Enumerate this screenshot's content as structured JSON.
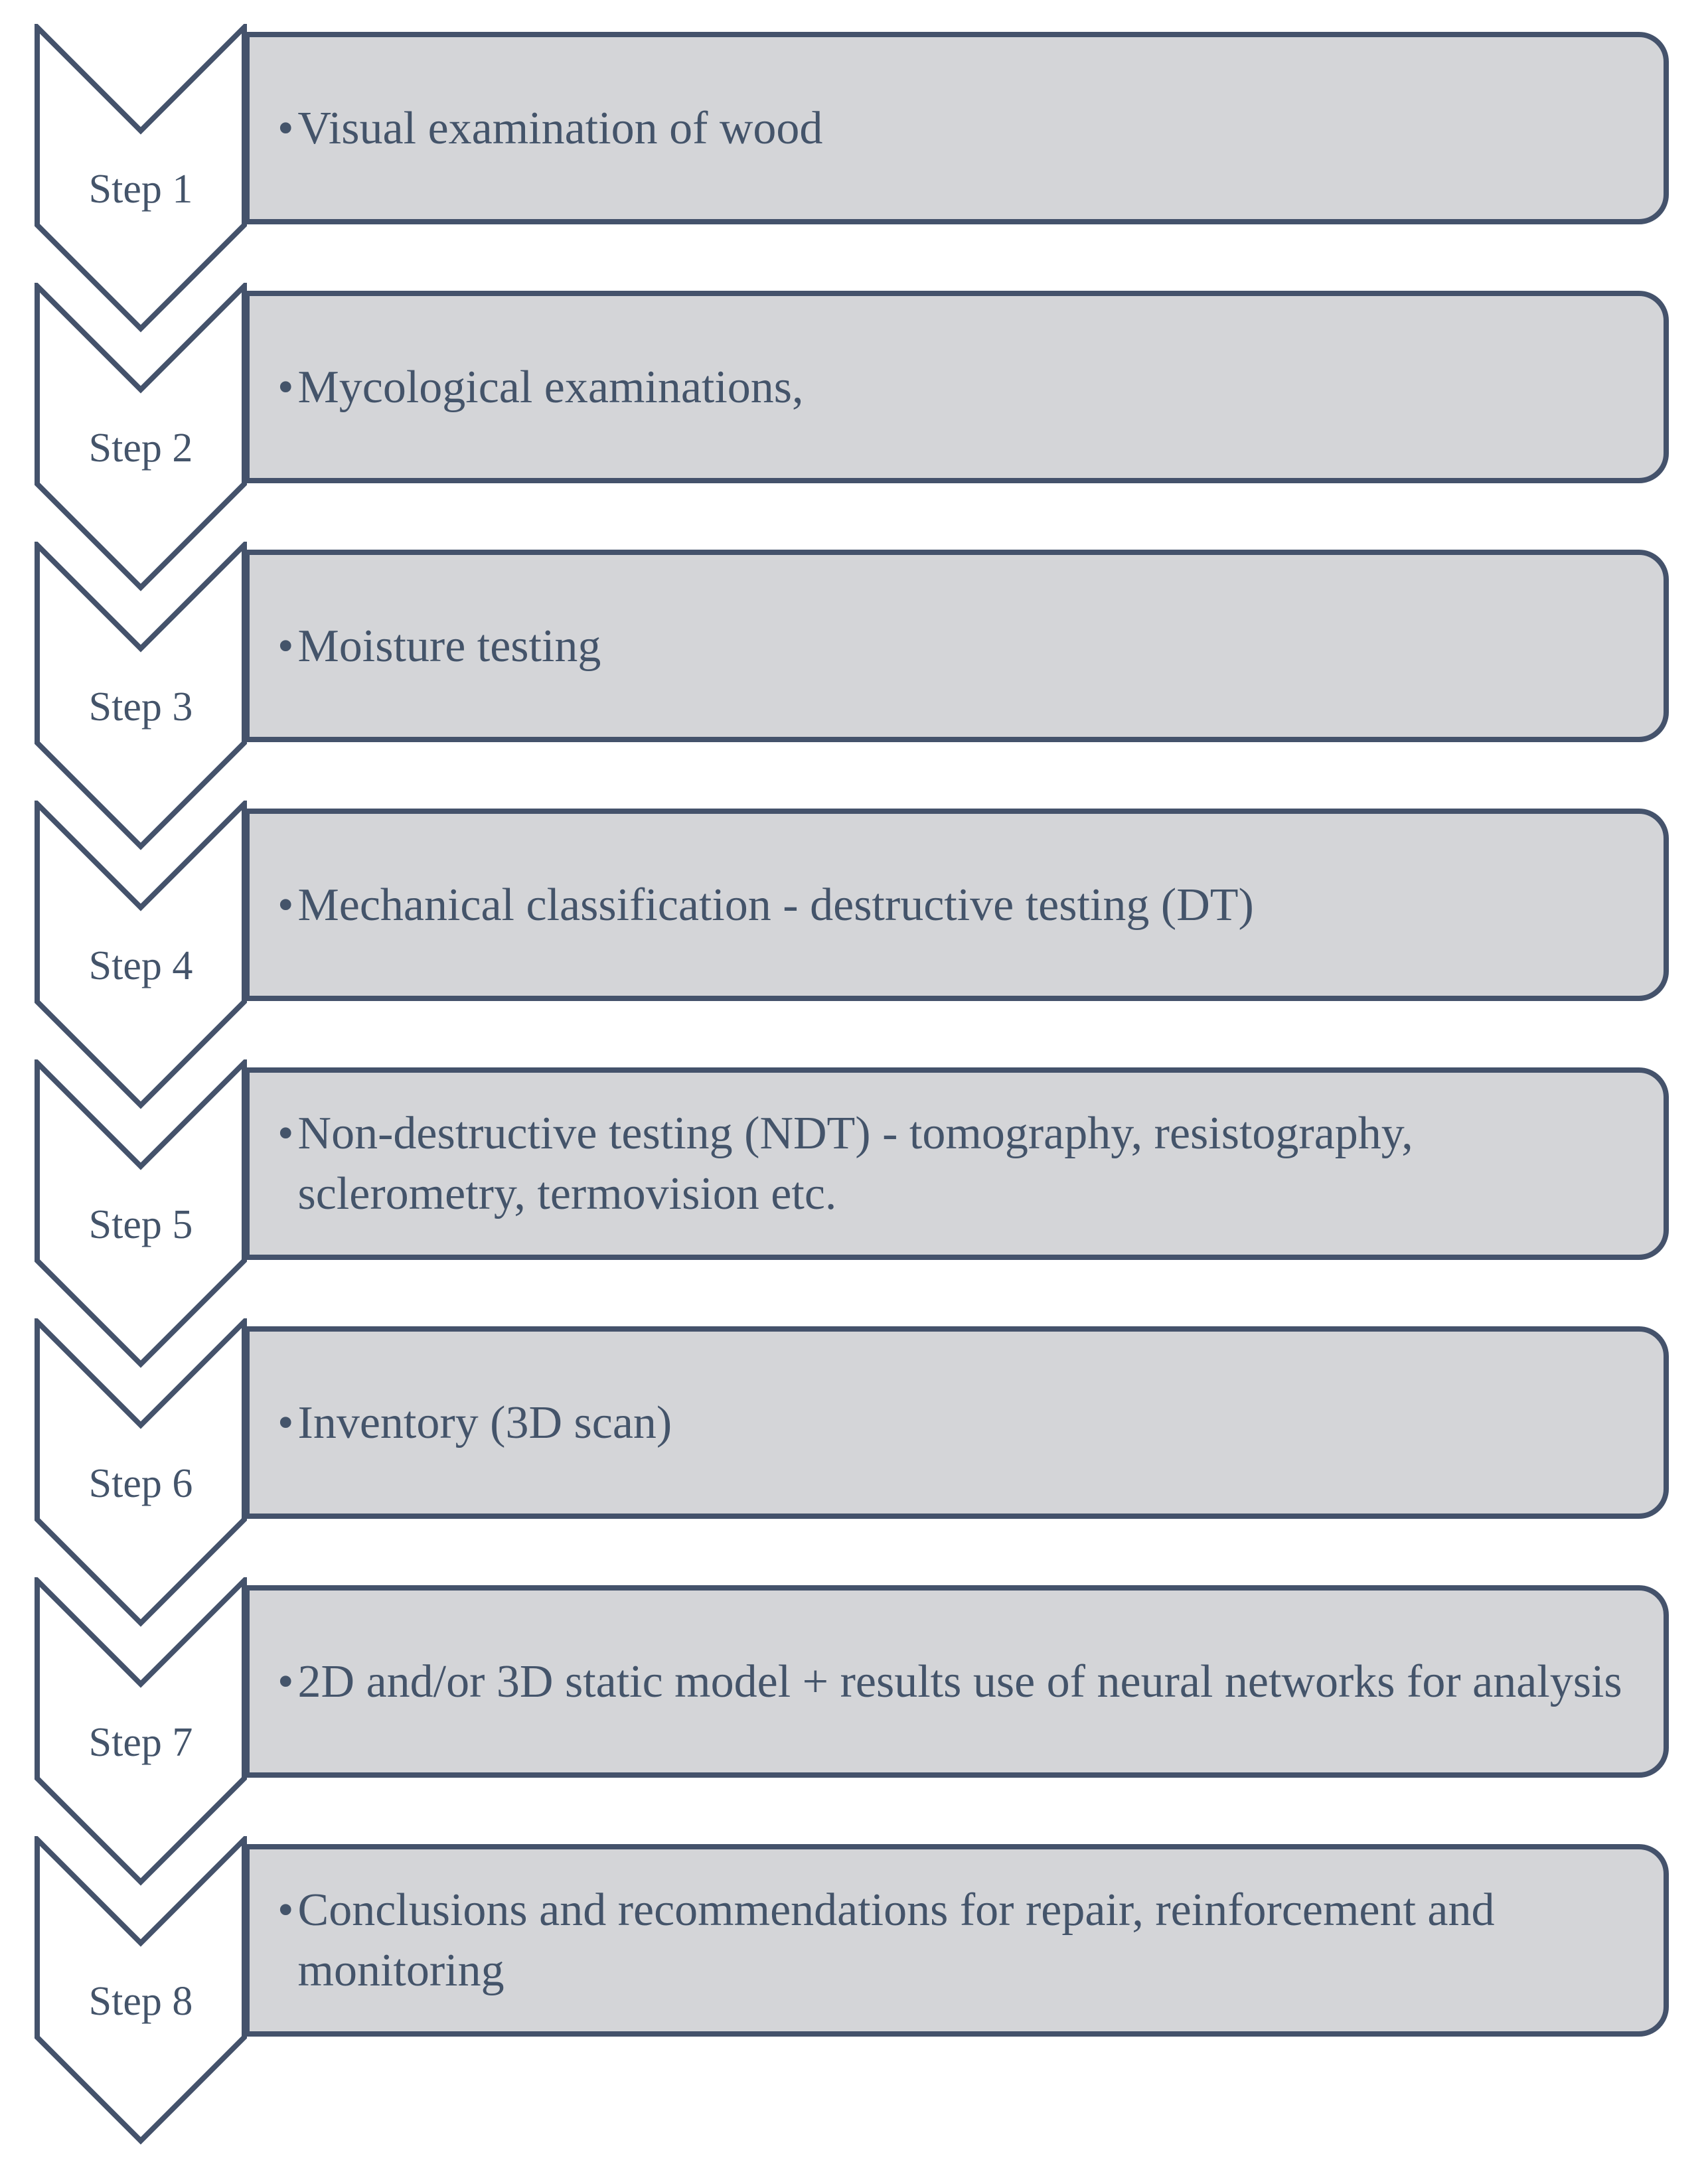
{
  "diagram": {
    "type": "vertical-chevron-process-list",
    "bullet_char": "•",
    "colors": {
      "outline": "#44526B",
      "text": "#44546A",
      "box_fill": "#D4D5D8",
      "chevron_fill": "#FFFFFF",
      "background": "#FFFFFF"
    },
    "steps": [
      {
        "label": "Step 1",
        "text": "Visual examination of wood"
      },
      {
        "label": "Step 2",
        "text": "Mycological examinations,"
      },
      {
        "label": "Step 3",
        "text": "Moisture testing"
      },
      {
        "label": "Step 4",
        "text": "Mechanical classification - destructive testing (DT)"
      },
      {
        "label": "Step 5",
        "text": "Non-destructive testing (NDT) - tomography, resistography, sclerometry, termovision etc."
      },
      {
        "label": "Step 6",
        "text": "Inventory (3D scan)"
      },
      {
        "label": "Step 7",
        "text": "2D and/or 3D static model + results use of neural networks for analysis"
      },
      {
        "label": "Step 8",
        "text": "Conclusions and recommendations for repair, reinforcement and monitoring"
      }
    ]
  }
}
